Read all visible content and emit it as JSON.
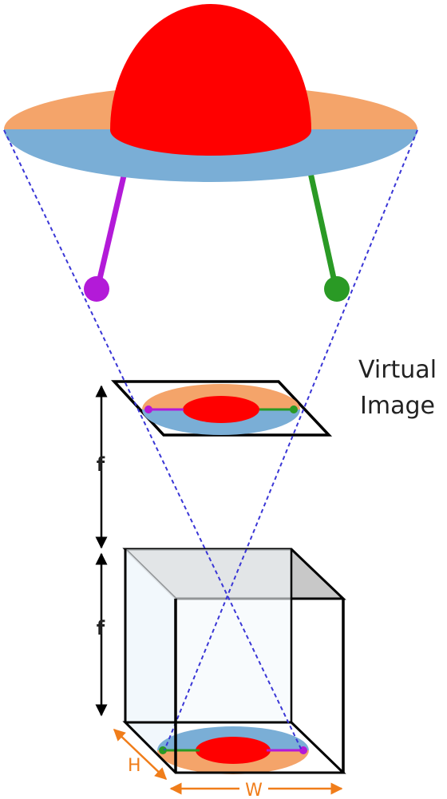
{
  "labels": {
    "virtual_line1": "Virtual",
    "virtual_line2": "Image",
    "focal_top": "f",
    "focal_bottom": "f",
    "height": "H",
    "width": "W"
  },
  "colors": {
    "dome": "#ff0000",
    "brim_top": "#f4a46a",
    "brim_bottom": "#7aaed6",
    "left_leg": "#b31ad8",
    "right_leg": "#2a9a25",
    "projection_lines": "#3a36d6",
    "box_top_face": "#c8c8c8",
    "box_glass": "#eef5fb",
    "dimension": "#f07d1a",
    "outline": "#000000"
  }
}
